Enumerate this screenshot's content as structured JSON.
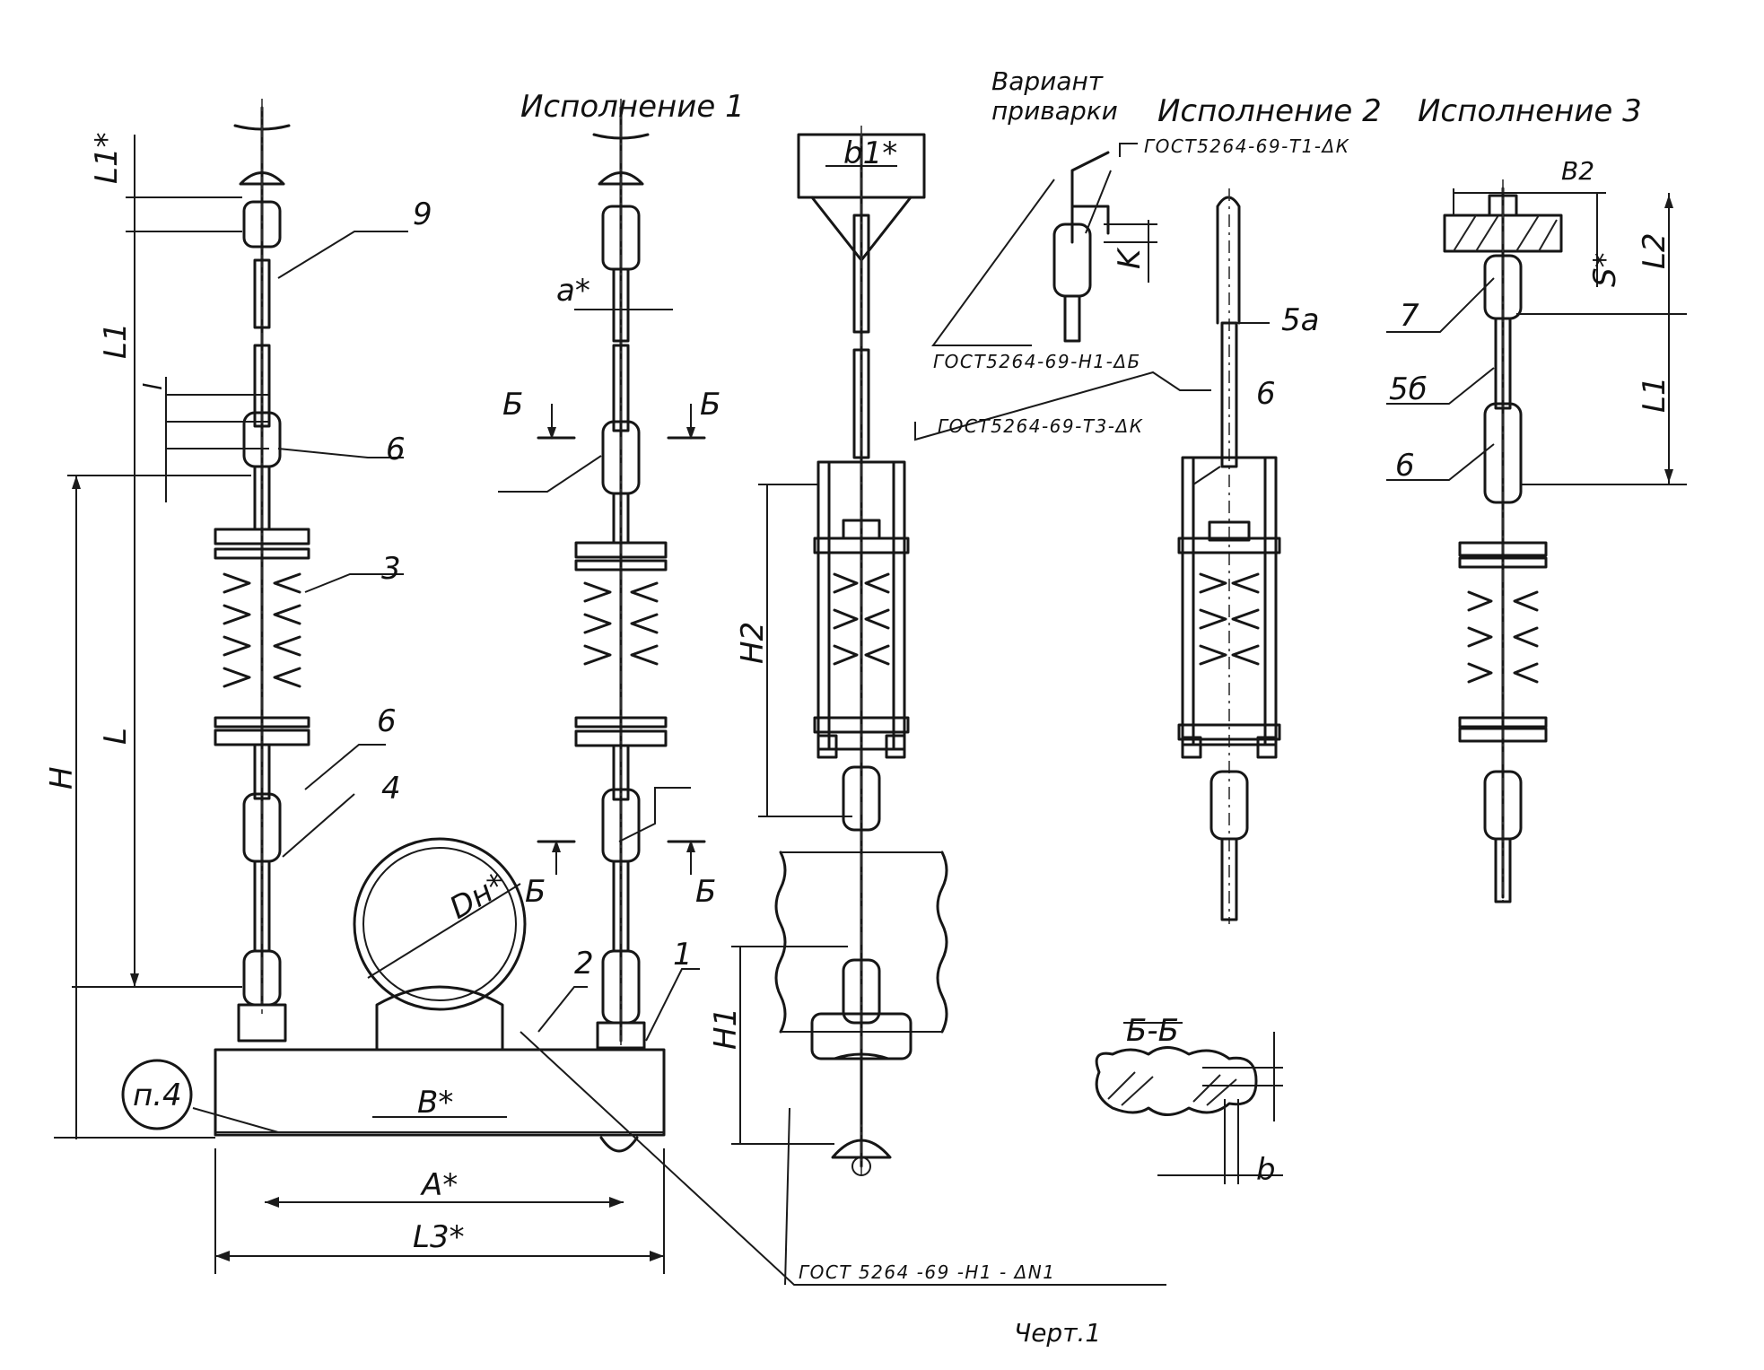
{
  "labels": {
    "variant_1": "Исполнение 1",
    "variant_2": "Исполнение 2",
    "variant_3": "Исполнение 3",
    "weld_option_line1": "Вариант",
    "weld_option_line2": "приварки",
    "section": "Б-Б",
    "sheet": "Черт.1",
    "note_ref": "п.4"
  },
  "gost": {
    "t1": "ГОСТ5264-69-Т1-ΔК",
    "h1_b": "ГОСТ5264-69-Н1-ΔБ",
    "t3": "ГОСТ5264-69-Т3-ΔК",
    "h1_n1": "ГОСТ 5264 -69 -Н1 - ΔN1"
  },
  "dimensions": {
    "l1_star": "L1*",
    "L1": "L1",
    "l": "l",
    "H": "H",
    "L": "L",
    "a_star": "a*",
    "b1_star": "b1*",
    "H2": "H2",
    "H1": "H1",
    "Dn": "Dн*",
    "B_star": "B*",
    "A_star": "A*",
    "Lz_star": "L3*",
    "K": "K",
    "b2": "B2",
    "s_star": "S*",
    "L2": "L2",
    "L1_v3": "L1",
    "b": "b",
    "cut_left": "Б",
    "cut_right": "Б"
  },
  "parts": {
    "p9": "9",
    "p6": "6",
    "p3": "3",
    "p4": "4",
    "p2": "2",
    "p1": "1",
    "p5a": "5a",
    "p5b": "5б",
    "p7": "7"
  }
}
